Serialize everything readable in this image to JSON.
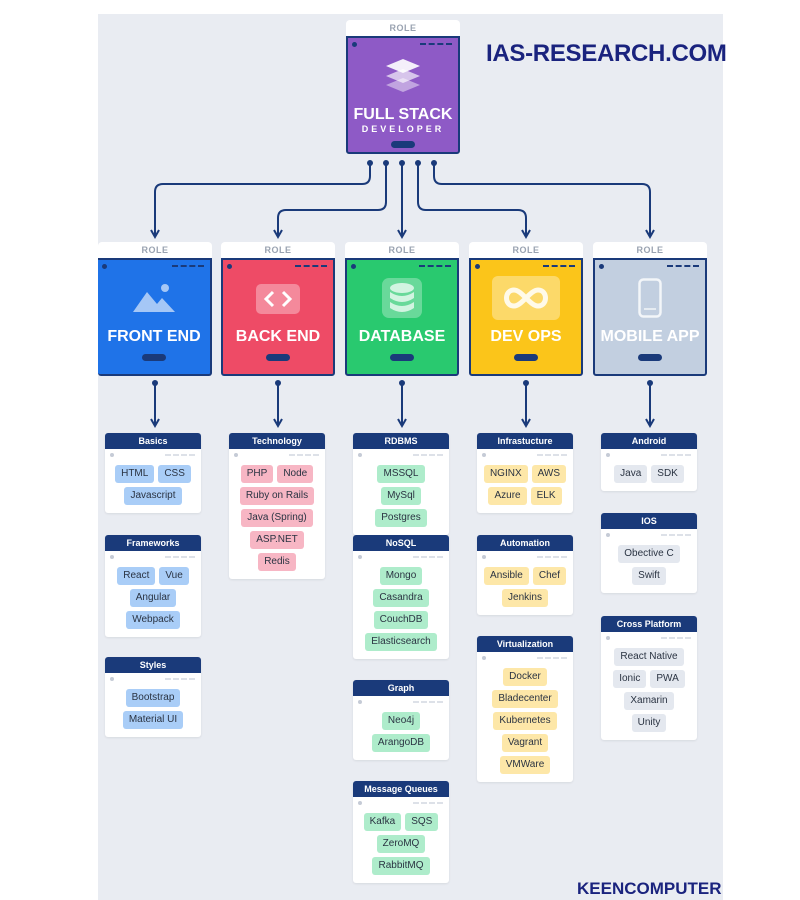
{
  "site_title": "IAS-RESEARCH.COM",
  "footer": "KEENCOMPUTER",
  "top_role": {
    "tag": "ROLE",
    "title": "FULL STACK",
    "subtitle": "DEVELOPER",
    "color": "#8e5ac6",
    "icon": "layers-icon"
  },
  "roles": [
    {
      "tag": "ROLE",
      "title": "FRONT END",
      "color": "#1f73e8",
      "icon": "mountain-image-icon",
      "categories": [
        {
          "name": "Basics",
          "items": [
            "HTML",
            "CSS",
            "Javascript"
          ]
        },
        {
          "name": "Frameworks",
          "items": [
            "React",
            "Vue",
            "Angular",
            "Webpack"
          ]
        },
        {
          "name": "Styles",
          "items": [
            "Bootstrap",
            "Material UI"
          ]
        }
      ]
    },
    {
      "tag": "ROLE",
      "title": "BACK END",
      "color": "#ee4b66",
      "icon": "code-brackets-icon",
      "categories": [
        {
          "name": "Technology",
          "items": [
            "PHP",
            "Node",
            "Ruby on Rails",
            "Java (Spring)",
            "ASP.NET",
            "Redis"
          ]
        }
      ]
    },
    {
      "tag": "ROLE",
      "title": "DATABASE",
      "color": "#29c96f",
      "icon": "database-icon",
      "categories": [
        {
          "name": "RDBMS",
          "items": [
            "MSSQL",
            "MySql",
            "Postgres"
          ]
        },
        {
          "name": "NoSQL",
          "items": [
            "Mongo",
            "Casandra",
            "CouchDB",
            "Elasticsearch"
          ]
        },
        {
          "name": "Graph",
          "items": [
            "Neo4j",
            "ArangoDB"
          ]
        },
        {
          "name": "Message Queues",
          "items": [
            "Kafka",
            "SQS",
            "ZeroMQ",
            "RabbitMQ"
          ]
        }
      ]
    },
    {
      "tag": "ROLE",
      "title": "DEV OPS",
      "color": "#fbc51a",
      "icon": "infinity-icon",
      "categories": [
        {
          "name": "Infrastucture",
          "items": [
            "NGINX",
            "AWS",
            "Azure",
            "ELK"
          ]
        },
        {
          "name": "Automation",
          "items": [
            "Ansible",
            "Chef",
            "Jenkins"
          ]
        },
        {
          "name": "Virtualization",
          "items": [
            "Docker",
            "Bladecenter",
            "Kubernetes",
            "Vagrant",
            "VMWare"
          ]
        }
      ]
    },
    {
      "tag": "ROLE",
      "title": "MOBILE APP",
      "color": "#c2cfe0",
      "icon": "smartphone-icon",
      "categories": [
        {
          "name": "Android",
          "items": [
            "Java",
            "SDK"
          ]
        },
        {
          "name": "IOS",
          "items": [
            "Obective C",
            "Swift"
          ]
        },
        {
          "name": "Cross Platform",
          "items": [
            "React Native",
            "Ionic",
            "PWA",
            "Xamarin",
            "Unity"
          ]
        }
      ]
    }
  ]
}
